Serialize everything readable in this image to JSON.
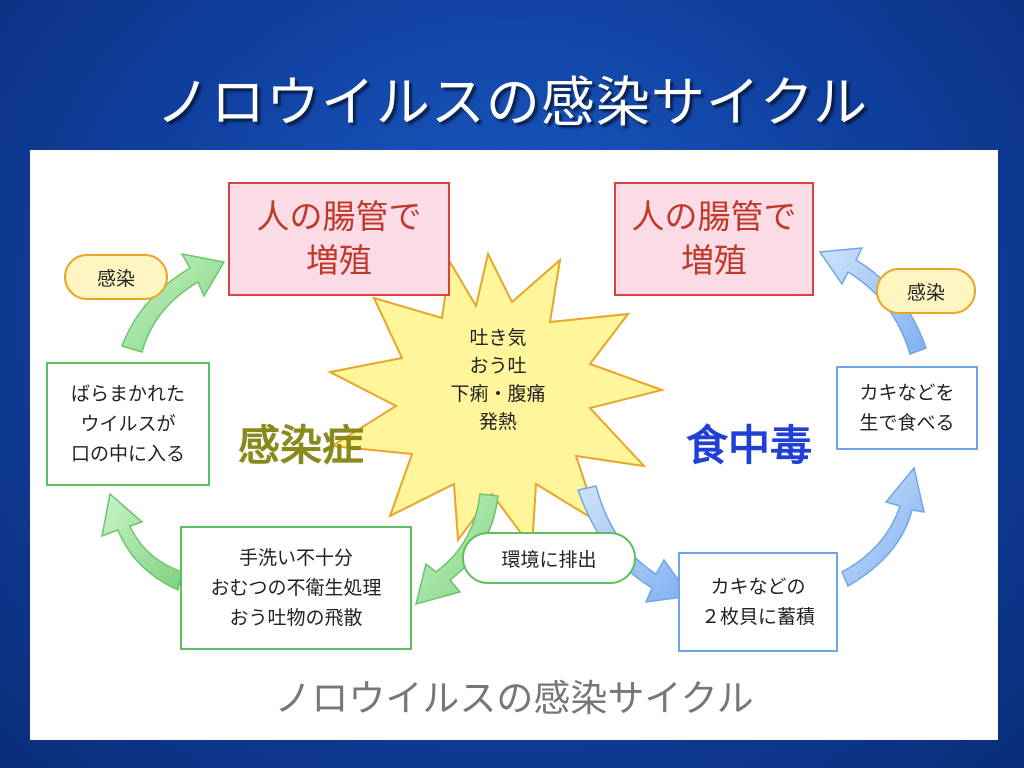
{
  "title": "ノロウイルスの感染サイクル",
  "diagram": {
    "left_top_box": "人の腸管で\n増殖",
    "right_top_box": "人の腸管で\n増殖",
    "left_pill": "感染",
    "right_pill": "感染",
    "left_mid_box": "ばらまかれた\nウイルスが\n口の中に入る",
    "right_mid_box": "カキなどを\n生で食べる",
    "left_bottom_box": "手洗い不十分\nおむつの不衛生処理\nおう吐物の飛散",
    "right_bottom_box": "カキなどの\n２枚貝に蓄積",
    "center_pill": "環境に排出",
    "star_text": "吐き気\nおう吐\n下痢・腹痛\n発熱",
    "left_label": "感染症",
    "right_label": "食中毒",
    "caption": "ノロウイルスの感染サイクル",
    "colors": {
      "left_label": "#8a8a1c",
      "right_label": "#1f3fd6",
      "star_fill": "#fff59a",
      "star_stroke": "#e9a42a",
      "green_arrow": "#9ee39e",
      "blue_arrow": "#9cc3f5"
    }
  }
}
